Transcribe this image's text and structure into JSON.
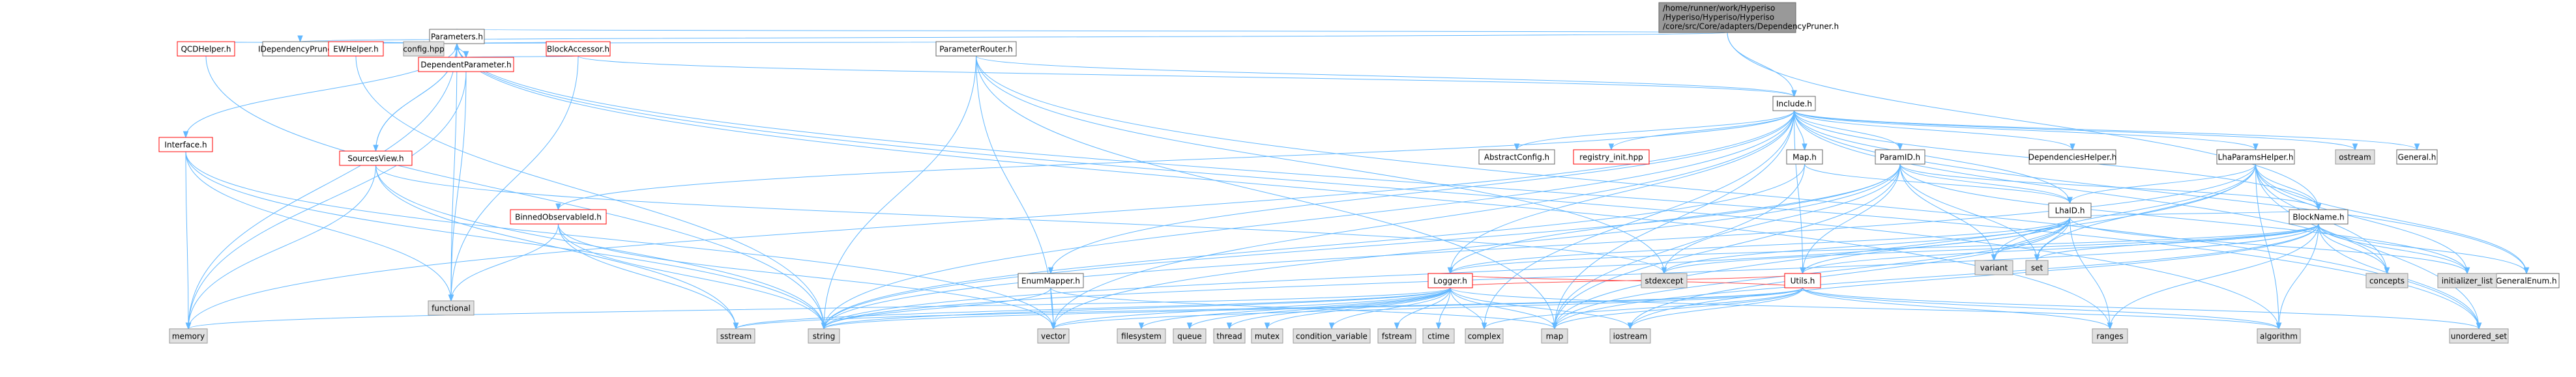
{
  "graph": {
    "root_label": [
      "/home/runner/work/Hyperiso",
      "/Hyperiso/Hyperiso/Hyperiso",
      "/core/src/Core/adapters/DependencyPruner.h"
    ],
    "nodes": {
      "root": {
        "label": "/home/runner/work/Hyperiso/Hyperiso/Hyperiso/core/src/Core/adapters/DependencyPruner.h",
        "kind": "root"
      },
      "idep": {
        "label": "IDependencyPruner.h",
        "kind": "local"
      },
      "params": {
        "label": "Parameters.h",
        "kind": "local"
      },
      "include": {
        "label": "Include.h",
        "kind": "local"
      },
      "config": {
        "label": "config.hpp",
        "kind": "system"
      },
      "ewhelper": {
        "label": "EWHelper.h",
        "kind": "local-trunc"
      },
      "blockacc": {
        "label": "BlockAccessor.h",
        "kind": "local-trunc"
      },
      "paramrouter": {
        "label": "ParameterRouter.h",
        "kind": "local"
      },
      "qcdhelper": {
        "label": "QCDHelper.h",
        "kind": "local-trunc"
      },
      "deppar": {
        "label": "DependentParameter.h",
        "kind": "local-trunc"
      },
      "interface": {
        "label": "Interface.h",
        "kind": "local-trunc"
      },
      "sourcesview": {
        "label": "SourcesView.h",
        "kind": "local-trunc"
      },
      "absconfig": {
        "label": "AbstractConfig.h",
        "kind": "local"
      },
      "registry": {
        "label": "registry_init.hpp",
        "kind": "local-trunc"
      },
      "paramid": {
        "label": "ParamID.h",
        "kind": "local"
      },
      "depshelper": {
        "label": "DependenciesHelper.h",
        "kind": "local"
      },
      "lhaparams": {
        "label": "LhaParamsHelper.h",
        "kind": "local"
      },
      "ostream": {
        "label": "ostream",
        "kind": "system"
      },
      "general": {
        "label": "General.h",
        "kind": "local"
      },
      "map_h": {
        "label": "Map.h",
        "kind": "local"
      },
      "binned": {
        "label": "BinnedObservableId.h",
        "kind": "local-trunc"
      },
      "lhaid": {
        "label": "LhaID.h",
        "kind": "local"
      },
      "blockname": {
        "label": "BlockName.h",
        "kind": "local"
      },
      "enummapper": {
        "label": "EnumMapper.h",
        "kind": "local"
      },
      "logger": {
        "label": "Logger.h",
        "kind": "local-trunc"
      },
      "utils": {
        "label": "Utils.h",
        "kind": "local-trunc"
      },
      "generalenum": {
        "label": "GeneralEnum.h",
        "kind": "local"
      },
      "functional": {
        "label": "functional",
        "kind": "system"
      },
      "stdexcept": {
        "label": "stdexcept",
        "kind": "system"
      },
      "variant": {
        "label": "variant",
        "kind": "system"
      },
      "set": {
        "label": "set",
        "kind": "system"
      },
      "initlist": {
        "label": "initializer_list",
        "kind": "system"
      },
      "concepts": {
        "label": "concepts",
        "kind": "system"
      },
      "memory": {
        "label": "memory",
        "kind": "system"
      },
      "string": {
        "label": "string",
        "kind": "system"
      },
      "sstream": {
        "label": "sstream",
        "kind": "system"
      },
      "vector": {
        "label": "vector",
        "kind": "system"
      },
      "filesystem": {
        "label": "filesystem",
        "kind": "system"
      },
      "queue": {
        "label": "queue",
        "kind": "system"
      },
      "thread": {
        "label": "thread",
        "kind": "system"
      },
      "mutex": {
        "label": "mutex",
        "kind": "system"
      },
      "condvar": {
        "label": "condition_variable",
        "kind": "system"
      },
      "fstream": {
        "label": "fstream",
        "kind": "system"
      },
      "ctime": {
        "label": "ctime",
        "kind": "system"
      },
      "complex": {
        "label": "complex",
        "kind": "system"
      },
      "iostream": {
        "label": "iostream",
        "kind": "system"
      },
      "map": {
        "label": "map",
        "kind": "system"
      },
      "ranges": {
        "label": "ranges",
        "kind": "system"
      },
      "algorithm": {
        "label": "algorithm",
        "kind": "system"
      },
      "unordered_set": {
        "label": "unordered_set",
        "kind": "system"
      }
    },
    "edges": [
      [
        "root",
        "idep"
      ],
      [
        "root",
        "params"
      ],
      [
        "root",
        "include"
      ],
      [
        "root",
        "blockname"
      ],
      [
        "params",
        "config"
      ],
      [
        "params",
        "ewhelper"
      ],
      [
        "params",
        "blockacc"
      ],
      [
        "params",
        "paramrouter"
      ],
      [
        "params",
        "qcdhelper"
      ],
      [
        "params",
        "deppar"
      ],
      [
        "params",
        "interface"
      ],
      [
        "params",
        "sourcesview"
      ],
      [
        "params",
        "memory"
      ],
      [
        "params",
        "functional"
      ],
      [
        "params",
        "unordered_set"
      ],
      [
        "params",
        "algorithm"
      ],
      [
        "params",
        "ranges"
      ],
      [
        "ewhelper",
        "params"
      ],
      [
        "qcdhelper",
        "params"
      ],
      [
        "sourcesview",
        "params"
      ],
      [
        "ewhelper",
        "string"
      ],
      [
        "qcdhelper",
        "string"
      ],
      [
        "blockacc",
        "deppar"
      ],
      [
        "blockacc",
        "functional"
      ],
      [
        "blockacc",
        "include"
      ],
      [
        "deppar",
        "functional"
      ],
      [
        "deppar",
        "memory"
      ],
      [
        "paramrouter",
        "include"
      ],
      [
        "paramrouter",
        "string"
      ],
      [
        "paramrouter",
        "vector"
      ],
      [
        "paramrouter",
        "unordered_set"
      ],
      [
        "paramrouter",
        "stdexcept"
      ],
      [
        "paramrouter",
        "map"
      ],
      [
        "interface",
        "memory"
      ],
      [
        "interface",
        "functional"
      ],
      [
        "interface",
        "string"
      ],
      [
        "interface",
        "vector"
      ],
      [
        "sourcesview",
        "memory"
      ],
      [
        "sourcesview",
        "string"
      ],
      [
        "sourcesview",
        "stdexcept"
      ],
      [
        "sourcesview",
        "sstream"
      ],
      [
        "include",
        "absconfig"
      ],
      [
        "include",
        "registry"
      ],
      [
        "include",
        "paramid"
      ],
      [
        "include",
        "depshelper"
      ],
      [
        "include",
        "lhaparams"
      ],
      [
        "include",
        "ostream"
      ],
      [
        "include",
        "general"
      ],
      [
        "include",
        "map_h"
      ],
      [
        "include",
        "binned"
      ],
      [
        "include",
        "enummapper"
      ],
      [
        "include",
        "logger"
      ],
      [
        "include",
        "blockname"
      ],
      [
        "include",
        "generalenum"
      ],
      [
        "include",
        "utils"
      ],
      [
        "include",
        "lhaid"
      ],
      [
        "include",
        "memory"
      ],
      [
        "include",
        "string"
      ],
      [
        "include",
        "vector"
      ],
      [
        "include",
        "complex"
      ],
      [
        "include",
        "concepts"
      ],
      [
        "include",
        "map"
      ],
      [
        "map_h",
        "lhaid"
      ],
      [
        "map_h",
        "string"
      ],
      [
        "map_h",
        "map"
      ],
      [
        "binned",
        "functional"
      ],
      [
        "binned",
        "string"
      ],
      [
        "binned",
        "vector"
      ],
      [
        "binned",
        "sstream"
      ],
      [
        "paramid",
        "lhaid"
      ],
      [
        "paramid",
        "blockname"
      ],
      [
        "paramid",
        "utils"
      ],
      [
        "paramid",
        "logger"
      ],
      [
        "paramid",
        "stdexcept"
      ],
      [
        "paramid",
        "variant"
      ],
      [
        "paramid",
        "set"
      ],
      [
        "paramid",
        "string"
      ],
      [
        "paramid",
        "vector"
      ],
      [
        "paramid",
        "map"
      ],
      [
        "paramid",
        "initlist"
      ],
      [
        "lhaparams",
        "blockname"
      ],
      [
        "lhaparams",
        "lhaid"
      ],
      [
        "lhaparams",
        "generalenum"
      ],
      [
        "lhaparams",
        "variant"
      ],
      [
        "lhaparams",
        "string"
      ],
      [
        "lhaparams",
        "map"
      ],
      [
        "lhaparams",
        "unordered_set"
      ],
      [
        "lhaparams",
        "set"
      ],
      [
        "lhaparams",
        "concepts"
      ],
      [
        "lhaparams",
        "algorithm"
      ],
      [
        "lhaparams",
        "initlist"
      ],
      [
        "lhaid",
        "blockname"
      ],
      [
        "lhaid",
        "utils"
      ],
      [
        "lhaid",
        "logger"
      ],
      [
        "lhaid",
        "set"
      ],
      [
        "lhaid",
        "variant"
      ],
      [
        "lhaid",
        "string"
      ],
      [
        "lhaid",
        "stdexcept"
      ],
      [
        "lhaid",
        "map"
      ],
      [
        "lhaid",
        "iostream"
      ],
      [
        "lhaid",
        "initlist"
      ],
      [
        "lhaid",
        "ranges"
      ],
      [
        "blockname",
        "generalenum"
      ],
      [
        "blockname",
        "utils"
      ],
      [
        "blockname",
        "logger"
      ],
      [
        "blockname",
        "set"
      ],
      [
        "blockname",
        "string"
      ],
      [
        "blockname",
        "stdexcept"
      ],
      [
        "blockname",
        "initlist"
      ],
      [
        "blockname",
        "concepts"
      ],
      [
        "blockname",
        "map"
      ],
      [
        "blockname",
        "ranges"
      ],
      [
        "blockname",
        "algorithm"
      ],
      [
        "blockname",
        "unordered_set"
      ],
      [
        "blockname",
        "iostream"
      ],
      [
        "enummapper",
        "string"
      ],
      [
        "enummapper",
        "vector"
      ],
      [
        "enummapper",
        "map"
      ],
      [
        "logger",
        "string"
      ],
      [
        "logger",
        "memory"
      ],
      [
        "logger",
        "sstream"
      ],
      [
        "logger",
        "vector"
      ],
      [
        "logger",
        "filesystem"
      ],
      [
        "logger",
        "queue"
      ],
      [
        "logger",
        "thread"
      ],
      [
        "logger",
        "mutex"
      ],
      [
        "logger",
        "condvar"
      ],
      [
        "logger",
        "fstream"
      ],
      [
        "logger",
        "ctime"
      ],
      [
        "logger",
        "complex"
      ],
      [
        "logger",
        "iostream"
      ],
      [
        "logger",
        "map"
      ],
      [
        "logger",
        "algorithm"
      ],
      [
        "utils",
        "string"
      ],
      [
        "utils",
        "vector"
      ],
      [
        "utils",
        "complex"
      ],
      [
        "utils",
        "iostream"
      ],
      [
        "utils",
        "map"
      ],
      [
        "utils",
        "ranges"
      ],
      [
        "utils",
        "algorithm"
      ],
      [
        "utils",
        "unordered_set"
      ],
      [
        "utils",
        "sstream"
      ]
    ],
    "red_edges": [
      [
        "logger",
        "utils"
      ],
      [
        "utils",
        "logger"
      ]
    ]
  }
}
